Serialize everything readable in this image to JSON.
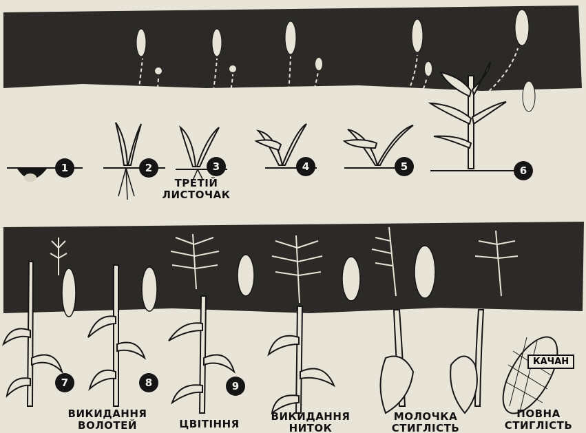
{
  "stages": [
    {
      "number": "1"
    },
    {
      "number": "2"
    },
    {
      "number": "3",
      "label": "ТРЕТІЙ\nЛИСТОЧАК"
    },
    {
      "number": "4"
    },
    {
      "number": "5"
    },
    {
      "number": "6"
    },
    {
      "number": "7"
    },
    {
      "number": "8",
      "label": "ВИКИДАННЯ\nВОЛОТЕЙ"
    },
    {
      "number": "9",
      "label": "ЦВІТІННЯ"
    },
    {
      "label": "ВИКИДАННЯ\nНИТОК"
    },
    {
      "label": "МОЛОЧКА\nСТИГЛІСТЬ"
    },
    {
      "label": "ПОВНА\nСТИГЛІСТЬ"
    }
  ],
  "ear_label": "КАЧАН",
  "colors": {
    "band": "#2b2a27",
    "paper": "#e9e4d8",
    "ink": "#151515"
  }
}
